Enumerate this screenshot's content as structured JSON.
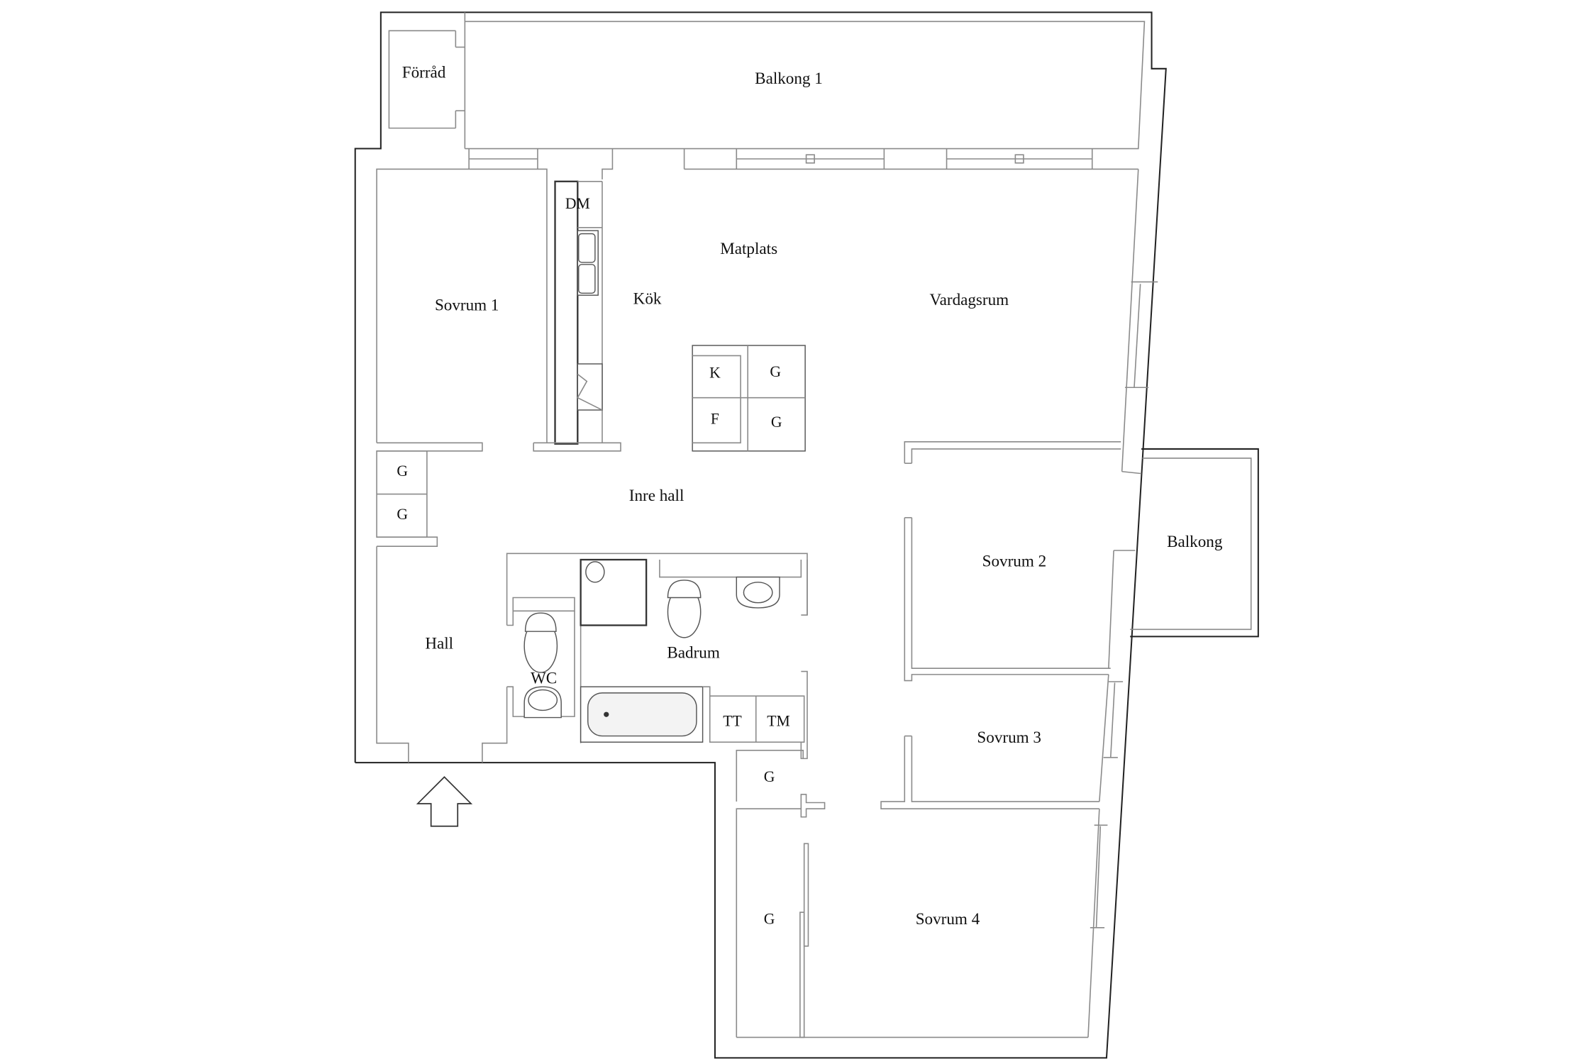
{
  "floorplan": {
    "rooms": {
      "forrad": "Förråd",
      "balkong1": "Balkong 1",
      "sovrum1": "Sovrum 1",
      "kok": "Kök",
      "matplats": "Matplats",
      "vardagsrum": "Vardagsrum",
      "inre_hall": "Inre hall",
      "hall": "Hall",
      "wc": "WC",
      "badrum": "Badrum",
      "sovrum2": "Sovrum 2",
      "balkong": "Balkong",
      "sovrum3": "Sovrum 3",
      "sovrum4": "Sovrum 4"
    },
    "fixtures": {
      "dm": "DM",
      "k": "K",
      "f": "F",
      "g": "G",
      "tt": "TT",
      "tm": "TM"
    },
    "entrance_icon": "arrow-up-icon"
  }
}
